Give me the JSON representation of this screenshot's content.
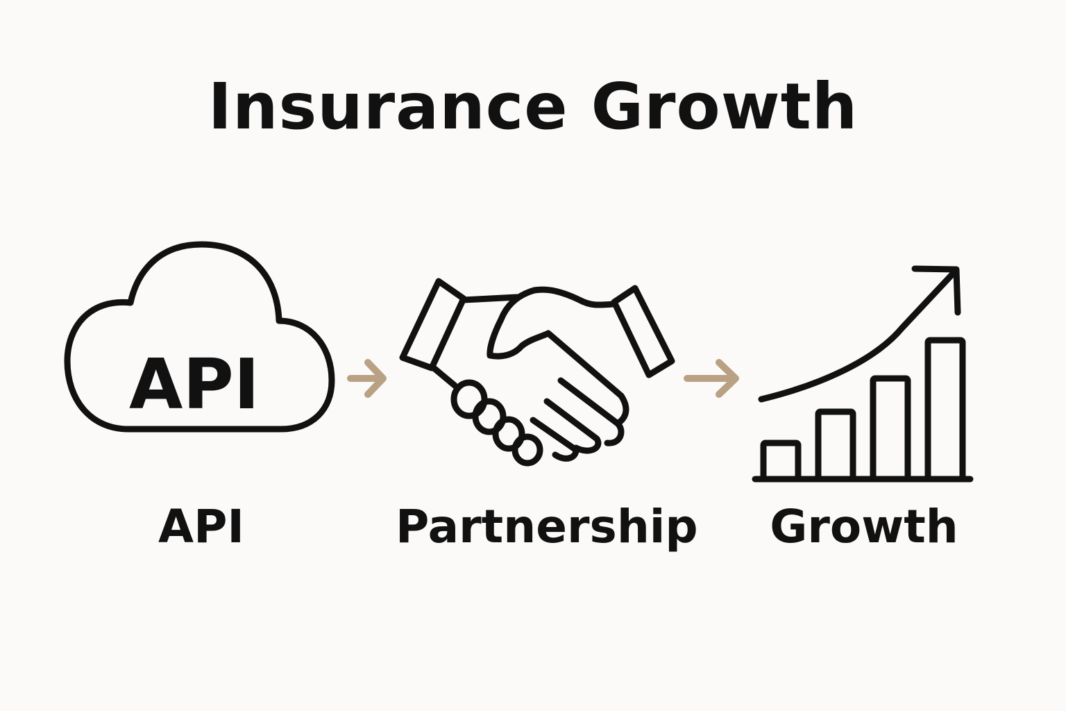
{
  "title": "Insurance Growth",
  "steps": [
    {
      "label": "API",
      "icon": "cloud-icon",
      "icon_text": "API"
    },
    {
      "label": "Partnership",
      "icon": "handshake-icon"
    },
    {
      "label": "Growth",
      "icon": "bar-chart-growth-icon"
    }
  ],
  "colors": {
    "arrow": "#b9a283",
    "ink": "#111111",
    "background": "#fbfaf8"
  }
}
